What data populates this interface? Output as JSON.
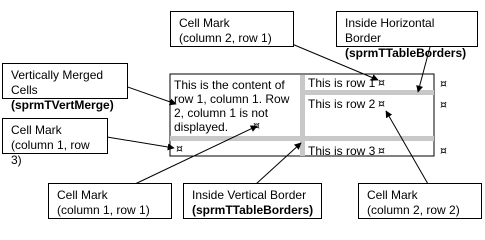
{
  "cell_mark_symbol": "¤",
  "table": {
    "merged_cell_text": "This is the content of row 1, column 1. Row 2, column 1 is not displayed.",
    "col2_rows": [
      "This is row 1",
      "This is row 2",
      "This is row 3"
    ]
  },
  "callouts": {
    "cell_mark_col2_row1": {
      "line1": "Cell Mark",
      "line2": "(column 2, row 1)"
    },
    "inside_horizontal_border": {
      "line1": "Inside Horizontal Border",
      "line2": "sprmTTableBorders"
    },
    "vertically_merged_cells": {
      "line1": "Vertically Merged Cells",
      "line2": "sprmTVertMerge"
    },
    "cell_mark_col1_row3": {
      "line1": "Cell Mark",
      "line2": "(column 1, row 3)"
    },
    "cell_mark_col1_row1": {
      "line1": "Cell Mark",
      "line2": "(column 1, row 1)"
    },
    "inside_vertical_border": {
      "line1": "Inside Vertical Border",
      "line2": "sprmTTableBorders"
    },
    "cell_mark_col2_row2": {
      "line1": "Cell Mark",
      "line2": "(column 2, row 2)"
    }
  },
  "colors": {
    "outline": "#000000",
    "inside_border": "#c8c8c8"
  }
}
